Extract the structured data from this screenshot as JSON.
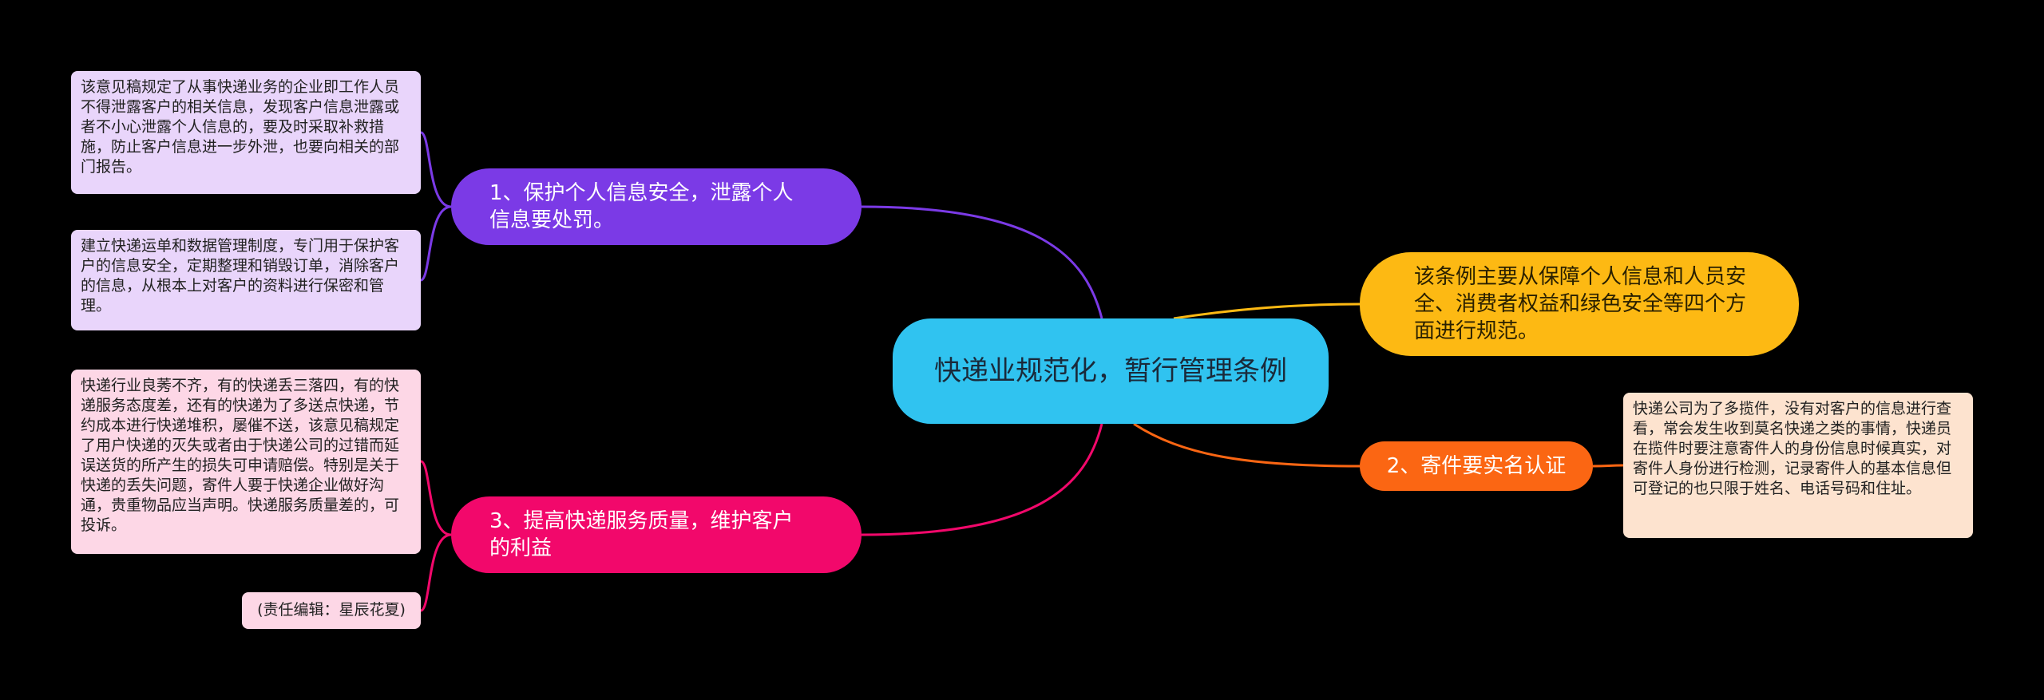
{
  "title": "快递业规范化，暂行管理条例",
  "colors": {
    "background": "#000000",
    "central": "#30c3f0",
    "branch_purple": "#7b3ae6",
    "branch_pink": "#f2086b",
    "branch_yellow": "#fdb913",
    "branch_orange": "#fb6613",
    "note_purple": "#e9d5fb",
    "note_pink": "#fdd7e6",
    "note_orange": "#fde3cf"
  },
  "branches": {
    "b1": {
      "label": "1、保护个人信息安全，泄露个人信息要处罚。",
      "notes": [
        "该意见稿规定了从事快递业务的企业即工作人员不得泄露客户的相关信息，发现客户信息泄露或者不小心泄露个人信息的，要及时采取补救措施，防止客户信息进一步外泄，也要向相关的部门报告。",
        "建立快递运单和数据管理制度，专门用于保护客户的信息安全，定期整理和销毁订单，消除客户的信息，从根本上对客户的资料进行保密和管理。"
      ]
    },
    "b3": {
      "label": "3、提高快递服务质量，维护客户的利益",
      "notes": [
        "快递行业良莠不齐，有的快递丢三落四，有的快递服务态度差，还有的快递为了多送点快递，节约成本进行快递堆积，屡催不送，该意见稿规定了用户快递的灭失或者由于快递公司的过错而延误送货的所产生的损失可申请赔偿。特别是关于快递的丢失问题，寄件人要于快递企业做好沟通，贵重物品应当声明。快递服务质量差的，可投诉。",
        "(责任编辑：星辰花夏)"
      ]
    },
    "br1": {
      "label": "该条例主要从保障个人信息和人员安全、消费者权益和绿色安全等四个方面进行规范。"
    },
    "br2": {
      "label": "2、寄件要实名认证",
      "notes": [
        "快递公司为了多揽件，没有对客户的信息进行查看，常会发生收到莫名快递之类的事情，快递员在揽件时要注意寄件人的身份信息时候真实，对寄件人身份进行检测，记录寄件人的基本信息但可登记的也只限于姓名、电话号码和住址。"
      ]
    }
  }
}
